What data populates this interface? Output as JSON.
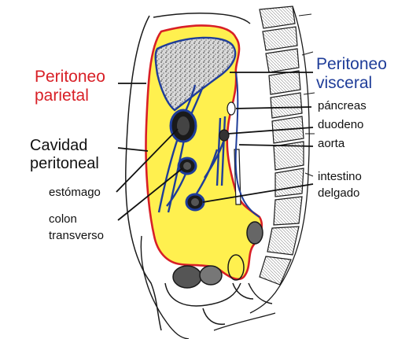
{
  "colors": {
    "peritoneal_cavity_fill": "#fff04f",
    "parietal_line": "#d81f26",
    "visceral_line": "#1f3d99",
    "liver_fill": "#8c8c8c",
    "outline": "#1a1a1a"
  },
  "labels": {
    "peritoneo_parietal": {
      "line1": "Peritoneo",
      "line2": "parietal",
      "color": "#d81f26"
    },
    "peritoneo_visceral": {
      "line1": "Peritoneo",
      "line2": "visceral",
      "color": "#1f3d99"
    },
    "cavidad_peritoneal": {
      "line1": "Cavidad",
      "line2": "peritoneal"
    },
    "pancreas": "páncreas",
    "duodeno": "duodeno",
    "aorta": "aorta",
    "intestino_delgado": {
      "line1": "intestino",
      "line2": "delgado"
    },
    "estomago": "estómago",
    "colon_transverso": {
      "line1": "colon",
      "line2": "transverso"
    }
  }
}
